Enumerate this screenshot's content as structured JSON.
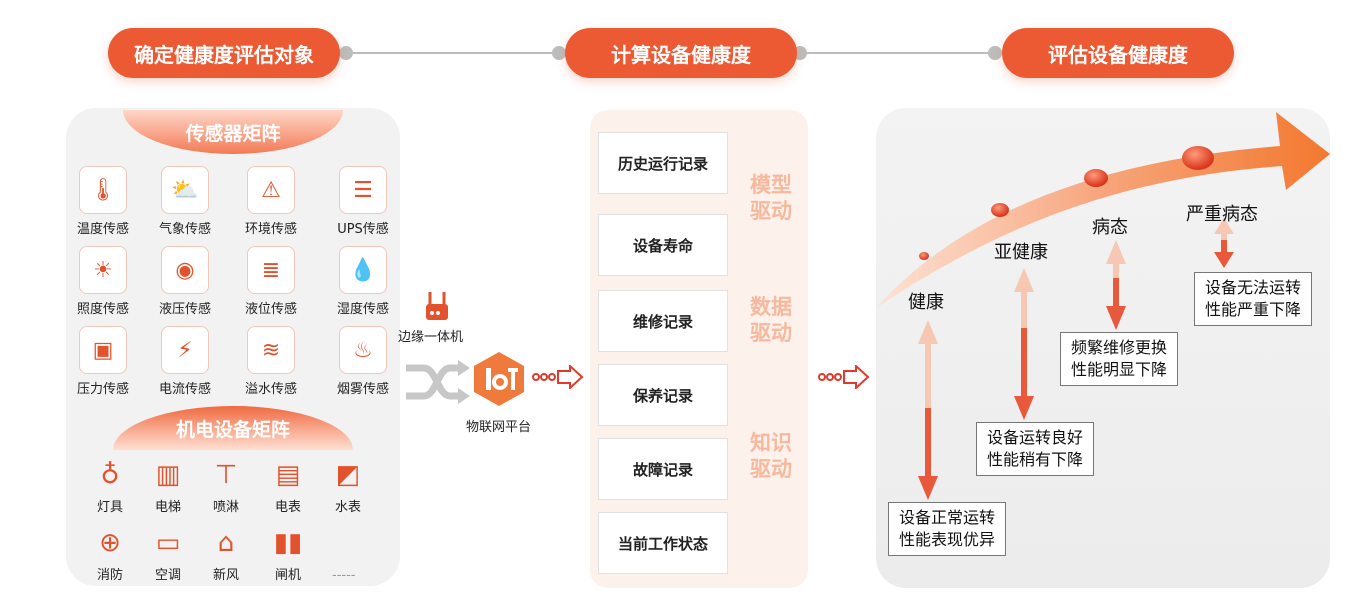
{
  "steps": [
    "确定健康度评估对象",
    "计算设备健康度",
    "评估设备健康度"
  ],
  "left": {
    "sensor_title": "传感器矩阵",
    "sensors": [
      {
        "label": "温度传感",
        "icon": "thermometer-icon"
      },
      {
        "label": "气象传感",
        "icon": "weather-icon"
      },
      {
        "label": "环境传感",
        "icon": "alert-icon"
      },
      {
        "label": "UPS传感",
        "icon": "ups-icon"
      },
      {
        "label": "照度传感",
        "icon": "light-bulb-icon"
      },
      {
        "label": "液压传感",
        "icon": "gauge-icon"
      },
      {
        "label": "液位传感",
        "icon": "level-icon"
      },
      {
        "label": "湿度传感",
        "icon": "humidity-icon"
      },
      {
        "label": "压力传感",
        "icon": "pressure-icon"
      },
      {
        "label": "电流传感",
        "icon": "current-icon"
      },
      {
        "label": "溢水传感",
        "icon": "water-icon"
      },
      {
        "label": "烟雾传感",
        "icon": "smoke-icon"
      }
    ],
    "device_title": "机电设备矩阵",
    "devices": [
      {
        "label": "灯具",
        "icon": "lamp-icon"
      },
      {
        "label": "电梯",
        "icon": "elevator-icon"
      },
      {
        "label": "喷淋",
        "icon": "sprinkler-icon"
      },
      {
        "label": "电表",
        "icon": "meter-icon"
      },
      {
        "label": "水表",
        "icon": "water-meter-icon"
      },
      {
        "label": "消防",
        "icon": "hydrant-icon"
      },
      {
        "label": "空调",
        "icon": "air-conditioner-icon"
      },
      {
        "label": "新风",
        "icon": "fresh-air-icon"
      },
      {
        "label": "闸机",
        "icon": "gate-icon"
      }
    ],
    "more": "-----"
  },
  "bridge": {
    "edge_label": "边缘一体机",
    "platform_label": "物联网平台"
  },
  "middle": {
    "records": [
      "历史运行记录",
      "设备寿命",
      "维修记录",
      "保养记录",
      "故障记录",
      "当前工作状态"
    ],
    "drives": [
      "模型驱动",
      "数据驱动",
      "知识驱动"
    ]
  },
  "right": {
    "stages": [
      "健康",
      "亚健康",
      "病态",
      "严重病态"
    ],
    "notes": [
      "设备正常运转\n性能表现优异",
      "设备运转良好\n性能稍有下降",
      "频繁维修更换\n性能明显下降",
      "设备无法运转\n性能严重下降"
    ]
  },
  "colors": {
    "accent": "#ec5a34",
    "light_accent": "#f7b99e",
    "connector": "#bdbdbd"
  }
}
